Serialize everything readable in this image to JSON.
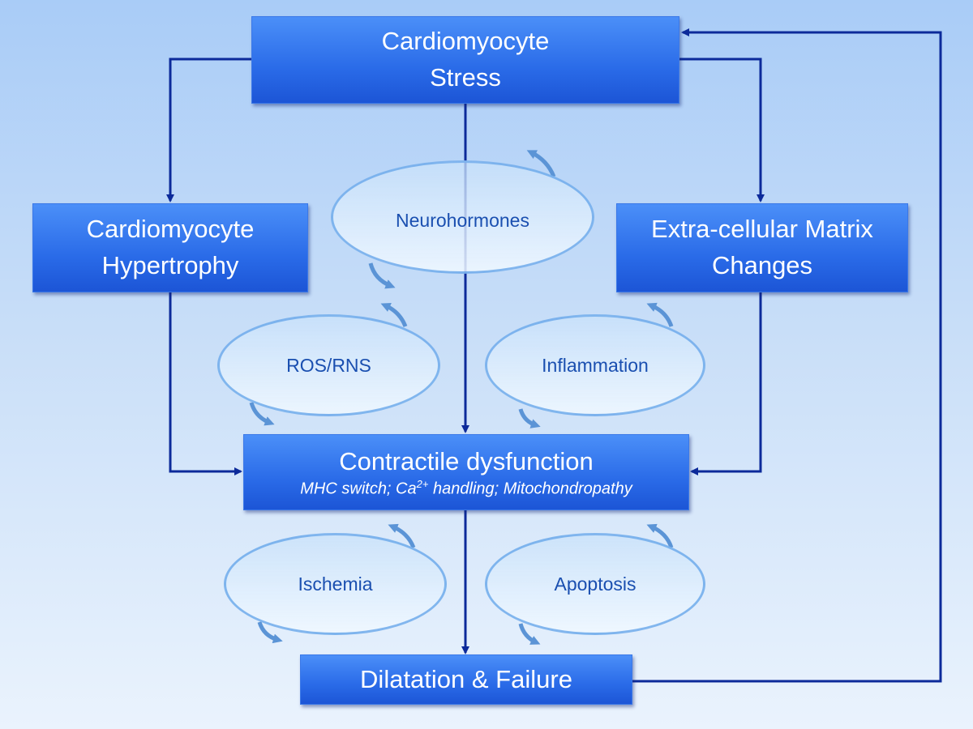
{
  "nodes": {
    "stress": {
      "line1": "Cardiomyocyte",
      "line2": "Stress"
    },
    "hypertrophy": {
      "line1": "Cardiomyocyte",
      "line2": "Hypertrophy"
    },
    "ecm": {
      "line1": "Extra-cellular Matrix",
      "line2": "Changes"
    },
    "contractile": {
      "title": "Contractile dysfunction",
      "sub_pre": "MHC switch; Ca",
      "sub_sup": "2+",
      "sub_post": " handling; Mitochondropathy"
    },
    "failure": {
      "label": "Dilatation & Failure"
    }
  },
  "cycles": {
    "neurohormones": "Neurohormones",
    "ros": "ROS/RNS",
    "inflammation": "Inflammation",
    "ischemia": "Ischemia",
    "apoptosis": "Apoptosis"
  },
  "colors": {
    "arrow": "#0c2a9a",
    "box": "#2a6be8",
    "cycle_text": "#1a4fb0"
  }
}
